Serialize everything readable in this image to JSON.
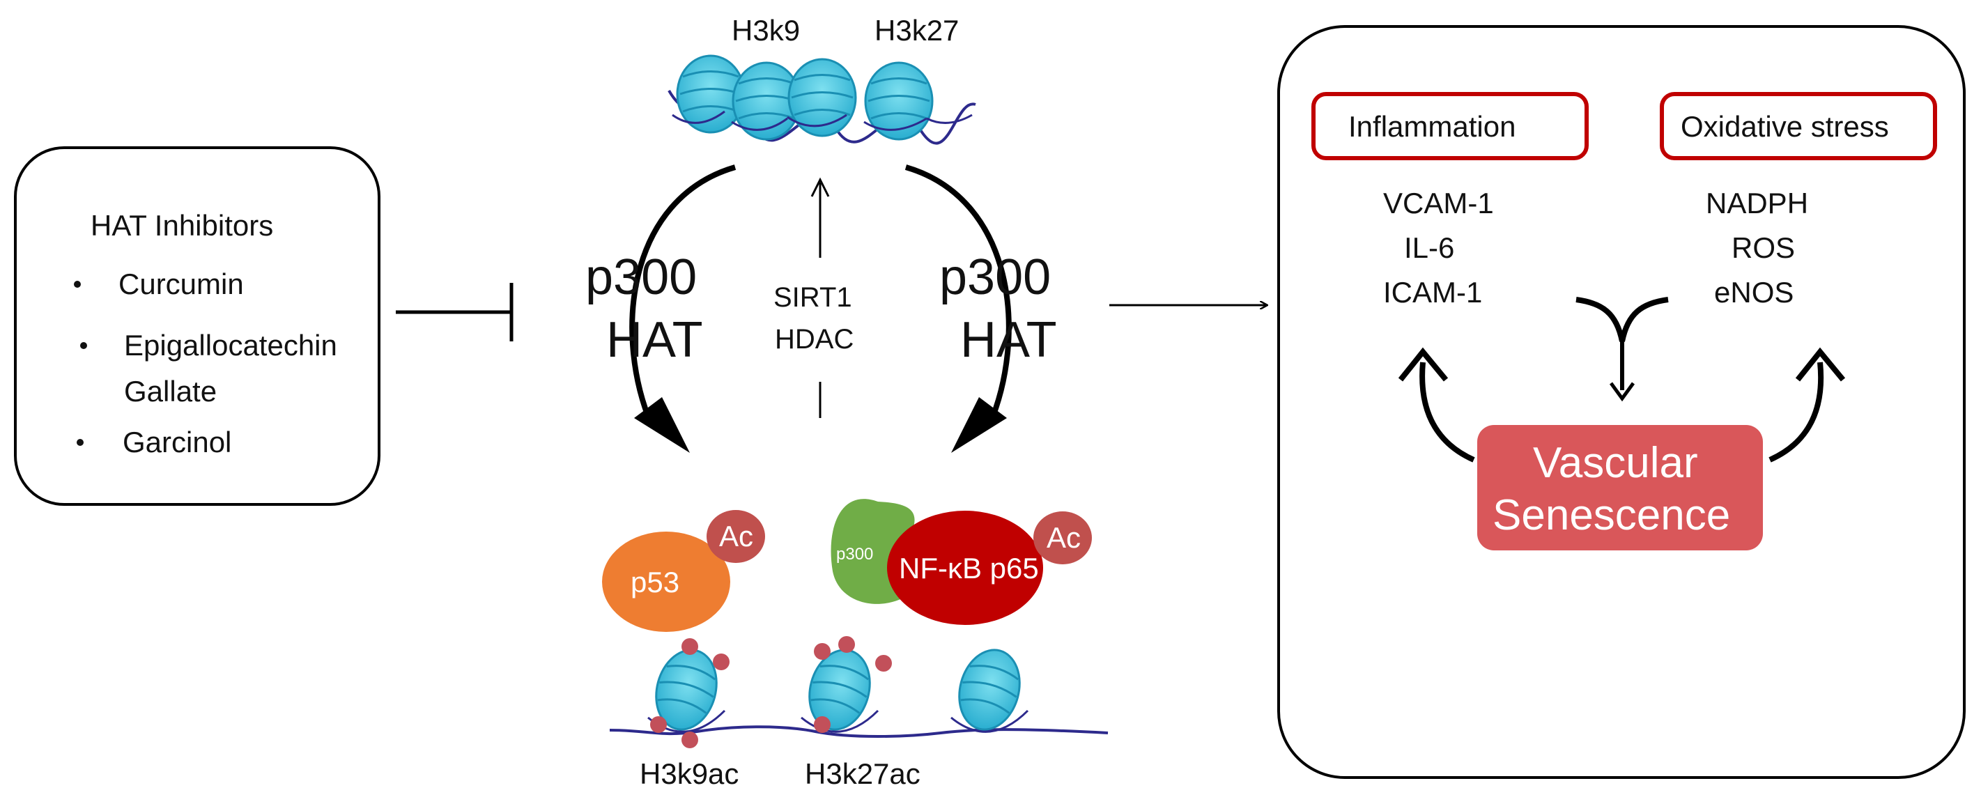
{
  "inhibitors": {
    "title": "HAT Inhibitors",
    "items": [
      "Curcumin",
      "Epigallocatechin",
      "Gallate",
      "Garcinol"
    ]
  },
  "top_labels": {
    "left": "H3k9",
    "right": "H3k27"
  },
  "bottom_labels": {
    "left": "H3k9ac",
    "right": "H3k27ac"
  },
  "left_enzyme": {
    "line1": "p300",
    "line2": "HAT"
  },
  "right_enzyme": {
    "line1": "p300",
    "line2": "HAT"
  },
  "center_enzyme": {
    "line1": "SIRT1",
    "line2": "HDAC"
  },
  "proteins": {
    "p53": "p53",
    "ac1": "Ac",
    "p300_small": "p300",
    "nfkb": "NF-κB p65",
    "ac2": "Ac"
  },
  "outcomes": {
    "inflammation": {
      "title": "Inflammation",
      "items": [
        "VCAM-1",
        "IL-6",
        "ICAM-1"
      ]
    },
    "oxidative": {
      "title": "Oxidative stress",
      "items": [
        "NADPH",
        "ROS",
        "eNOS"
      ]
    },
    "senescence": {
      "line1": "Vascular",
      "line2": "Senescence"
    }
  },
  "colors": {
    "nucleosome": "#3ec3dd",
    "nucleosome_dark": "#1a8fb3",
    "dna": "#2d2a8c",
    "acetyl": "#c2505a",
    "p53": "#ee7d31",
    "ac": "#c0504d",
    "p300_green": "#70ad47",
    "nfkb": "#c00000",
    "box_red": "#c00000",
    "senescence": "#d9575a"
  }
}
